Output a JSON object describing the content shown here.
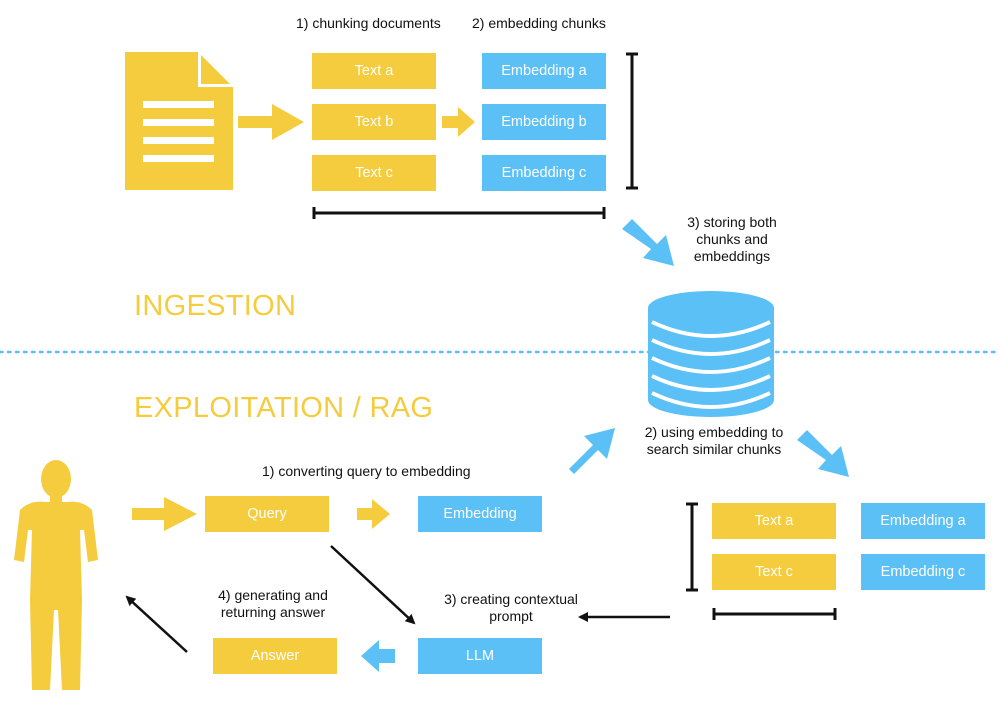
{
  "ingestion": {
    "section_title": "INGESTION",
    "step1_label": "1) chunking documents",
    "step2_label": "2) embedding chunks",
    "step3_label_lines": [
      "3) storing both",
      "chunks and",
      "embeddings"
    ],
    "texts": [
      "Text a",
      "Text b",
      "Text c"
    ],
    "embeddings": [
      "Embedding a",
      "Embedding b",
      "Embedding c"
    ]
  },
  "exploitation": {
    "section_title": "EXPLOITATION / RAG",
    "step1_label": "1) converting query to embedding",
    "step2_label_lines": [
      "2) using embedding to",
      "search similar chunks"
    ],
    "step3_label_lines": [
      "3) creating contextual",
      "prompt"
    ],
    "step4_label_lines": [
      "4) generating and",
      "returning answer"
    ],
    "query_label": "Query",
    "embedding_label": "Embedding",
    "llm_label": "LLM",
    "answer_label": "Answer",
    "result_texts": [
      "Text a",
      "Text c"
    ],
    "result_embeddings": [
      "Embedding a",
      "Embedding c"
    ]
  },
  "icons": {
    "document": "document-icon",
    "database": "database-icon",
    "person": "person-icon",
    "arrow": "arrow-icon"
  },
  "colors": {
    "yellow": "#f4cc3e",
    "blue": "#5bc0f5",
    "dark": "#111111",
    "divider": "#5bc0f5"
  }
}
